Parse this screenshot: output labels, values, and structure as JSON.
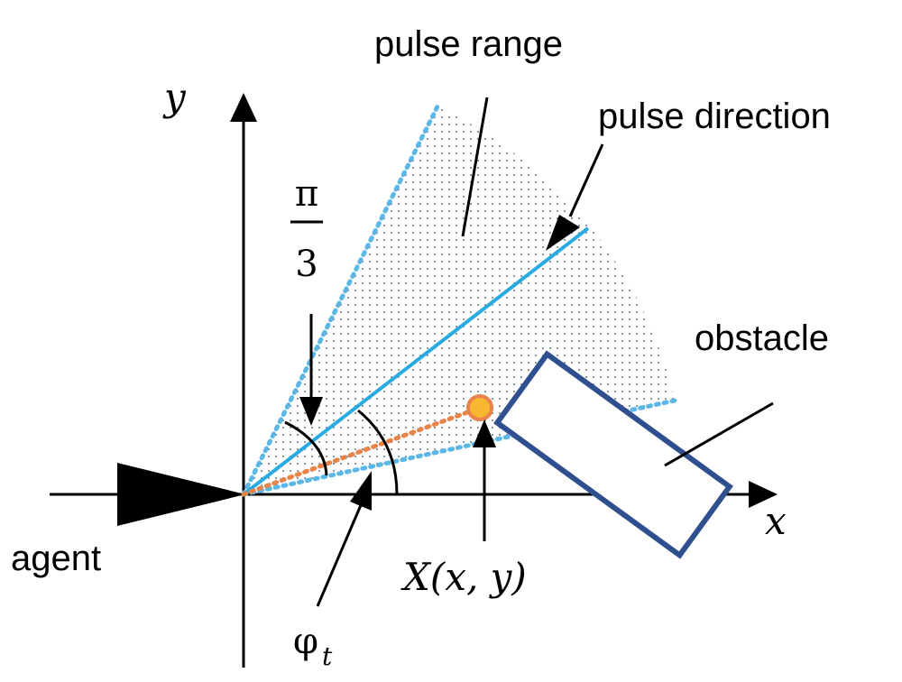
{
  "labels": {
    "pulse_range": "pulse range",
    "pulse_direction": "pulse direction",
    "obstacle": "obstacle",
    "agent": "agent",
    "axis_x": "x",
    "axis_y": "y",
    "point": "X(x, y)",
    "angle_numerator": "π",
    "angle_denominator": "3",
    "phi_symbol": "φ",
    "phi_subscript": "t"
  },
  "colors": {
    "pulse_direction": "#29abe2",
    "range_boundary": "#5bb8e6",
    "range_fill": "#7f8c96",
    "obstacle_ray": "#e8844a",
    "obstacle_outline": "#2f4f8f",
    "point_fill": "#f7b731",
    "point_stroke": "#e8844a",
    "ink": "#000000"
  }
}
